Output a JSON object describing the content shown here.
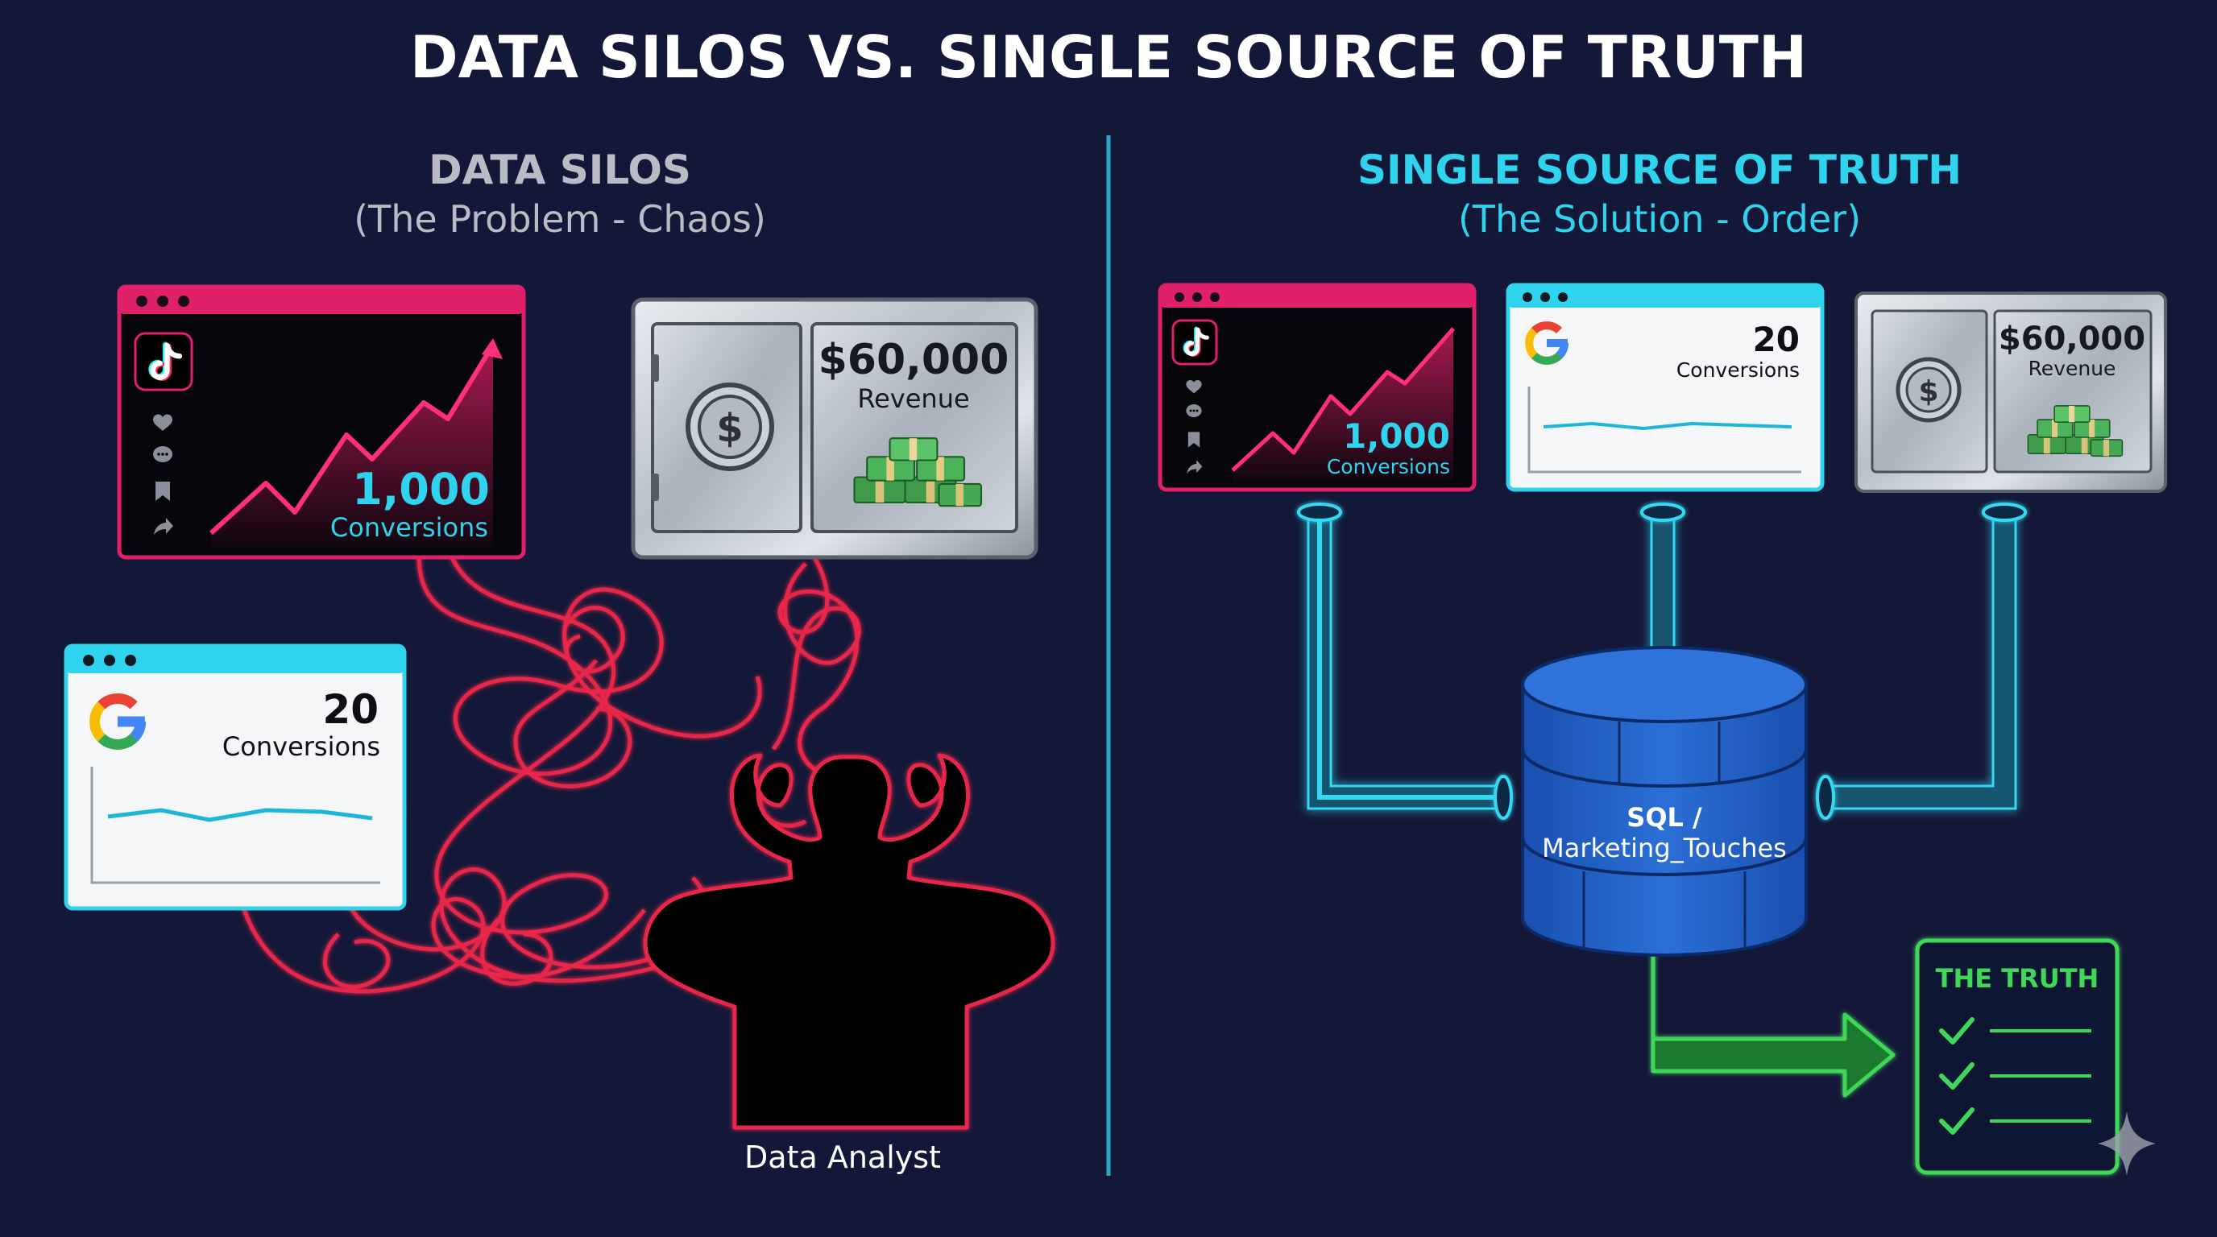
{
  "title": "DATA SILOS VS. SINGLE SOURCE OF TRUTH",
  "colors": {
    "background": "#141838",
    "tiktok_pink": "#e0206a",
    "google_cyan": "#2fd3ee",
    "pipe_cyan": "#35d8f2",
    "database_blue": "#1f5fc4",
    "truth_green": "#3fd65a",
    "tangle_red": "#e8284a",
    "divider": "#2aa6c9"
  },
  "left": {
    "heading": "DATA SILOS",
    "subheading": "(The Problem - Chaos)",
    "tiktok_card": {
      "icon": "tiktok-icon",
      "value": "1,000",
      "label": "Conversions"
    },
    "google_card": {
      "icon": "google-icon",
      "value": "20",
      "label": "Conversions"
    },
    "safe_card": {
      "icon": "safe-dollar-icon",
      "value": "$60,000",
      "label": "Revenue"
    },
    "person_label": "Data Analyst"
  },
  "right": {
    "heading": "SINGLE SOURCE OF TRUTH",
    "subheading": "(The Solution - Order)",
    "tiktok_card": {
      "icon": "tiktok-icon",
      "value": "1,000",
      "label": "Conversions"
    },
    "google_card": {
      "icon": "google-icon",
      "value": "20",
      "label": "Conversions"
    },
    "safe_card": {
      "icon": "safe-dollar-icon",
      "value": "$60,000",
      "label": "Revenue"
    },
    "database_line1": "SQL /",
    "database_line2": "Marketing_Touches",
    "truth_title": "THE TRUTH"
  }
}
